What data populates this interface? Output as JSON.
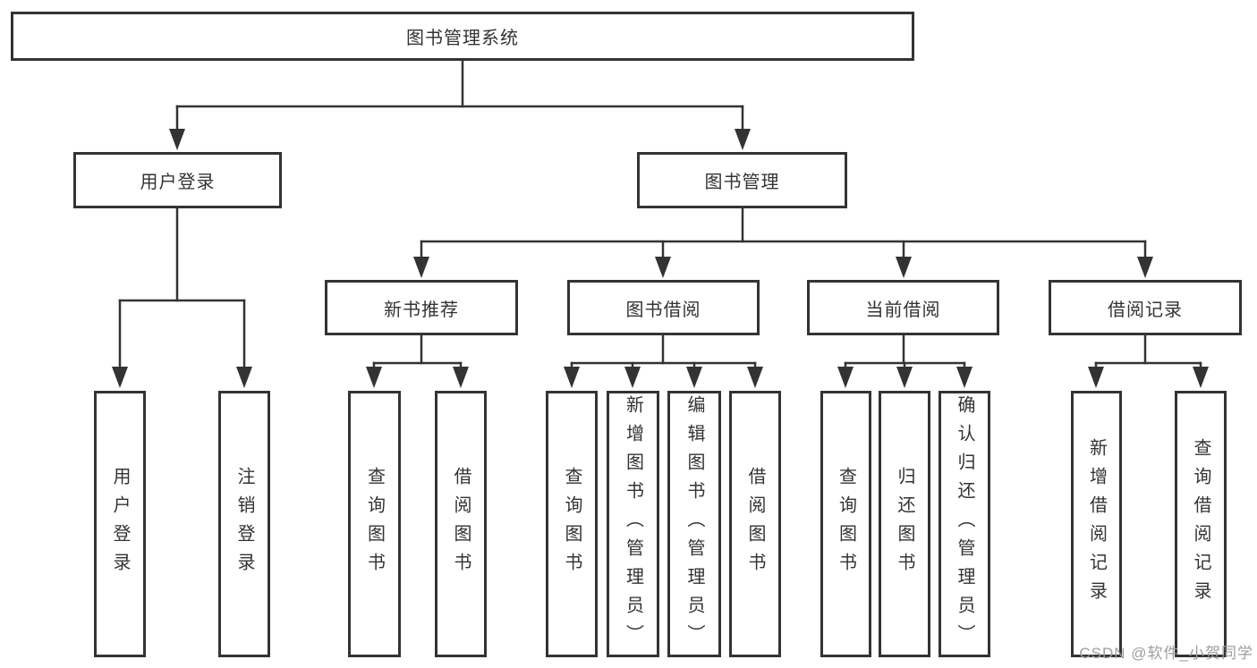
{
  "diagram_title": "图书管理系统",
  "tree": {
    "root": {
      "label": "图书管理系统"
    },
    "branches": [
      {
        "label": "用户登录",
        "children": [
          {
            "label": "用户登录"
          },
          {
            "label": "注销登录"
          }
        ]
      },
      {
        "label": "图书管理",
        "groups": [
          {
            "label": "新书推荐",
            "children": [
              {
                "label": "查询图书"
              },
              {
                "label": "借阅图书"
              }
            ]
          },
          {
            "label": "图书借阅",
            "children": [
              {
                "label": "查询图书"
              },
              {
                "label": "新增图书（管理员）"
              },
              {
                "label": "编辑图书（管理员）"
              },
              {
                "label": "借阅图书"
              }
            ]
          },
          {
            "label": "当前借阅",
            "children": [
              {
                "label": "查询图书"
              },
              {
                "label": "归还图书"
              },
              {
                "label": "确认归还（管理员）"
              }
            ]
          },
          {
            "label": "借阅记录",
            "children": [
              {
                "label": "新增借阅记录"
              },
              {
                "label": "查询借阅记录"
              }
            ]
          }
        ]
      }
    ]
  },
  "watermark": {
    "text": "CSDN @软件_小贺同学"
  },
  "colors": {
    "line": "#333333",
    "text": "#333333",
    "background": "#ffffff",
    "watermark": "#9e9e9e"
  }
}
